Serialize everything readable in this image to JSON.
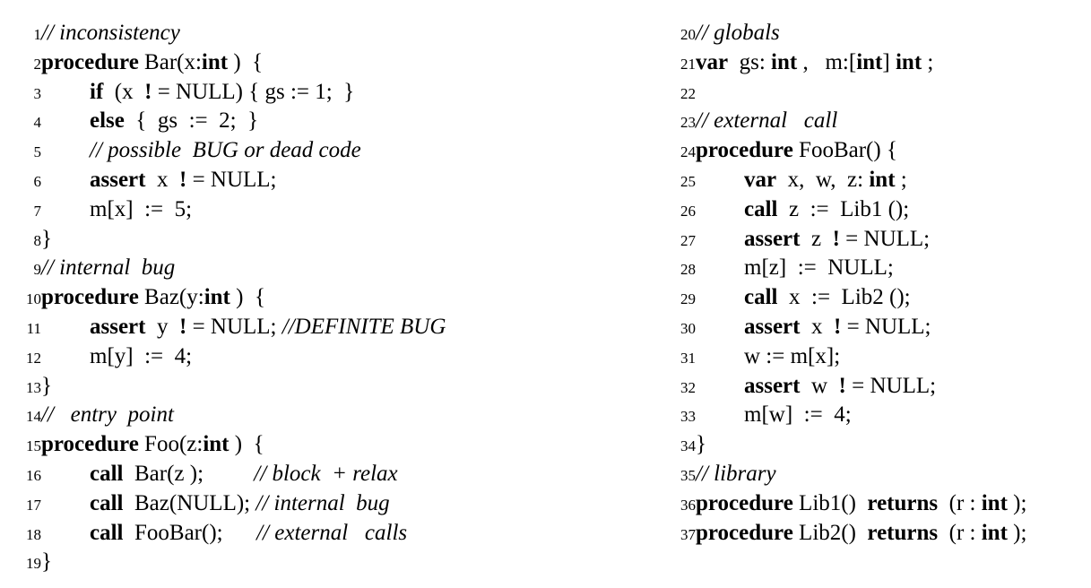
{
  "left_lines": [
    {
      "num": "1",
      "indent": 0,
      "parts": [
        {
          "t": "// inconsistency",
          "s": "cm"
        }
      ]
    },
    {
      "num": "2",
      "indent": 0,
      "parts": [
        {
          "t": "procedure",
          "s": "kw"
        },
        {
          "t": " Bar(x:",
          "s": ""
        },
        {
          "t": "int",
          "s": "kw"
        },
        {
          "t": " )  {",
          "s": ""
        }
      ]
    },
    {
      "num": "3",
      "indent": 1,
      "parts": [
        {
          "t": "if",
          "s": "kw"
        },
        {
          "t": "  (x  ",
          "s": ""
        },
        {
          "t": "!",
          "s": "kw"
        },
        {
          "t": " = NULL) { gs := 1;  }",
          "s": ""
        }
      ]
    },
    {
      "num": "4",
      "indent": 1,
      "parts": [
        {
          "t": "else",
          "s": "kw"
        },
        {
          "t": "  {  gs  :=  2;  }",
          "s": ""
        }
      ]
    },
    {
      "num": "5",
      "indent": 1,
      "parts": [
        {
          "t": "// possible  BUG or dead code",
          "s": "cm"
        }
      ]
    },
    {
      "num": "6",
      "indent": 1,
      "parts": [
        {
          "t": "assert",
          "s": "kw"
        },
        {
          "t": "  x  ",
          "s": ""
        },
        {
          "t": "!",
          "s": "kw"
        },
        {
          "t": " = NULL;",
          "s": ""
        }
      ]
    },
    {
      "num": "7",
      "indent": 1,
      "parts": [
        {
          "t": "m[x]  :=  5;",
          "s": ""
        }
      ]
    },
    {
      "num": "8",
      "indent": 0,
      "parts": [
        {
          "t": "}",
          "s": ""
        }
      ]
    },
    {
      "num": "9",
      "indent": 0,
      "parts": [
        {
          "t": "// internal  bug",
          "s": "cm"
        }
      ]
    },
    {
      "num": "10",
      "indent": 0,
      "parts": [
        {
          "t": "procedure",
          "s": "kw"
        },
        {
          "t": " Baz(y:",
          "s": ""
        },
        {
          "t": "int",
          "s": "kw"
        },
        {
          "t": " )  {",
          "s": ""
        }
      ]
    },
    {
      "num": "11",
      "indent": 1,
      "parts": [
        {
          "t": "assert",
          "s": "kw"
        },
        {
          "t": "  y  ",
          "s": ""
        },
        {
          "t": "!",
          "s": "kw"
        },
        {
          "t": " = NULL; ",
          "s": ""
        },
        {
          "t": "//DEFINITE BUG",
          "s": "cm"
        }
      ]
    },
    {
      "num": "12",
      "indent": 1,
      "parts": [
        {
          "t": "m[y]  :=  4;",
          "s": ""
        }
      ]
    },
    {
      "num": "13",
      "indent": 0,
      "parts": [
        {
          "t": "}",
          "s": ""
        }
      ]
    },
    {
      "num": "14",
      "indent": 0,
      "parts": [
        {
          "t": "//   entry  point",
          "s": "cm"
        }
      ]
    },
    {
      "num": "15",
      "indent": 0,
      "parts": [
        {
          "t": "procedure",
          "s": "kw"
        },
        {
          "t": " Foo(z:",
          "s": ""
        },
        {
          "t": "int",
          "s": "kw"
        },
        {
          "t": " )  {",
          "s": ""
        }
      ]
    },
    {
      "num": "16",
      "indent": 1,
      "parts": [
        {
          "t": "call",
          "s": "kw"
        },
        {
          "t": "  Bar(z );         ",
          "s": ""
        },
        {
          "t": "// block  + relax",
          "s": "cm"
        }
      ]
    },
    {
      "num": "17",
      "indent": 1,
      "parts": [
        {
          "t": "call",
          "s": "kw"
        },
        {
          "t": "  Baz(NULL); ",
          "s": ""
        },
        {
          "t": "// internal  bug",
          "s": "cm"
        }
      ]
    },
    {
      "num": "18",
      "indent": 1,
      "parts": [
        {
          "t": "call",
          "s": "kw"
        },
        {
          "t": "  FooBar();      ",
          "s": ""
        },
        {
          "t": "// external   calls",
          "s": "cm"
        }
      ]
    },
    {
      "num": "19",
      "indent": 0,
      "parts": [
        {
          "t": "}",
          "s": ""
        }
      ]
    }
  ],
  "right_lines": [
    {
      "num": "20",
      "indent": 0,
      "parts": [
        {
          "t": "// globals",
          "s": "cm"
        }
      ]
    },
    {
      "num": "21",
      "indent": 0,
      "parts": [
        {
          "t": "var",
          "s": "kw"
        },
        {
          "t": "  gs: ",
          "s": ""
        },
        {
          "t": "int",
          "s": "kw"
        },
        {
          "t": " ,   m:[",
          "s": ""
        },
        {
          "t": "int",
          "s": "kw"
        },
        {
          "t": "] ",
          "s": ""
        },
        {
          "t": "int",
          "s": "kw"
        },
        {
          "t": " ;",
          "s": ""
        }
      ]
    },
    {
      "num": "22",
      "indent": 0,
      "parts": [
        {
          "t": "",
          "s": ""
        }
      ]
    },
    {
      "num": "23",
      "indent": 0,
      "parts": [
        {
          "t": "// external   call",
          "s": "cm"
        }
      ]
    },
    {
      "num": "24",
      "indent": 0,
      "parts": [
        {
          "t": "procedure",
          "s": "kw"
        },
        {
          "t": " FooBar() {",
          "s": ""
        }
      ]
    },
    {
      "num": "25",
      "indent": 1,
      "parts": [
        {
          "t": "var",
          "s": "kw"
        },
        {
          "t": "  x,  w,  z: ",
          "s": ""
        },
        {
          "t": "int",
          "s": "kw"
        },
        {
          "t": " ;",
          "s": ""
        }
      ]
    },
    {
      "num": "26",
      "indent": 1,
      "parts": [
        {
          "t": "call",
          "s": "kw"
        },
        {
          "t": "  z  :=  Lib1 ();",
          "s": ""
        }
      ]
    },
    {
      "num": "27",
      "indent": 1,
      "parts": [
        {
          "t": "assert",
          "s": "kw"
        },
        {
          "t": "  z  ",
          "s": ""
        },
        {
          "t": "!",
          "s": "kw"
        },
        {
          "t": " = NULL;",
          "s": ""
        }
      ]
    },
    {
      "num": "28",
      "indent": 1,
      "parts": [
        {
          "t": "m[z]  :=  NULL;",
          "s": ""
        }
      ]
    },
    {
      "num": "29",
      "indent": 1,
      "parts": [
        {
          "t": "call",
          "s": "kw"
        },
        {
          "t": "  x  :=  Lib2 ();",
          "s": ""
        }
      ]
    },
    {
      "num": "30",
      "indent": 1,
      "parts": [
        {
          "t": "assert",
          "s": "kw"
        },
        {
          "t": "  x  ",
          "s": ""
        },
        {
          "t": "!",
          "s": "kw"
        },
        {
          "t": " = NULL;",
          "s": ""
        }
      ]
    },
    {
      "num": "31",
      "indent": 1,
      "parts": [
        {
          "t": "w := m[x];",
          "s": ""
        }
      ]
    },
    {
      "num": "32",
      "indent": 1,
      "parts": [
        {
          "t": "assert",
          "s": "kw"
        },
        {
          "t": "  w  ",
          "s": ""
        },
        {
          "t": "!",
          "s": "kw"
        },
        {
          "t": " = NULL;",
          "s": ""
        }
      ]
    },
    {
      "num": "33",
      "indent": 1,
      "parts": [
        {
          "t": "m[w]  :=  4;",
          "s": ""
        }
      ]
    },
    {
      "num": "34",
      "indent": 0,
      "parts": [
        {
          "t": "}",
          "s": ""
        }
      ]
    },
    {
      "num": "35",
      "indent": 0,
      "parts": [
        {
          "t": "// library",
          "s": "cm"
        }
      ]
    },
    {
      "num": "36",
      "indent": 0,
      "parts": [
        {
          "t": "procedure",
          "s": "kw"
        },
        {
          "t": " Lib1()  ",
          "s": ""
        },
        {
          "t": "returns",
          "s": "kw"
        },
        {
          "t": "  (r : ",
          "s": ""
        },
        {
          "t": "int",
          "s": "kw"
        },
        {
          "t": " );",
          "s": ""
        }
      ]
    },
    {
      "num": "37",
      "indent": 0,
      "parts": [
        {
          "t": "procedure",
          "s": "kw"
        },
        {
          "t": " Lib2()  ",
          "s": ""
        },
        {
          "t": "returns",
          "s": "kw"
        },
        {
          "t": "  (r : ",
          "s": ""
        },
        {
          "t": "int",
          "s": "kw"
        },
        {
          "t": " );",
          "s": ""
        }
      ]
    }
  ]
}
